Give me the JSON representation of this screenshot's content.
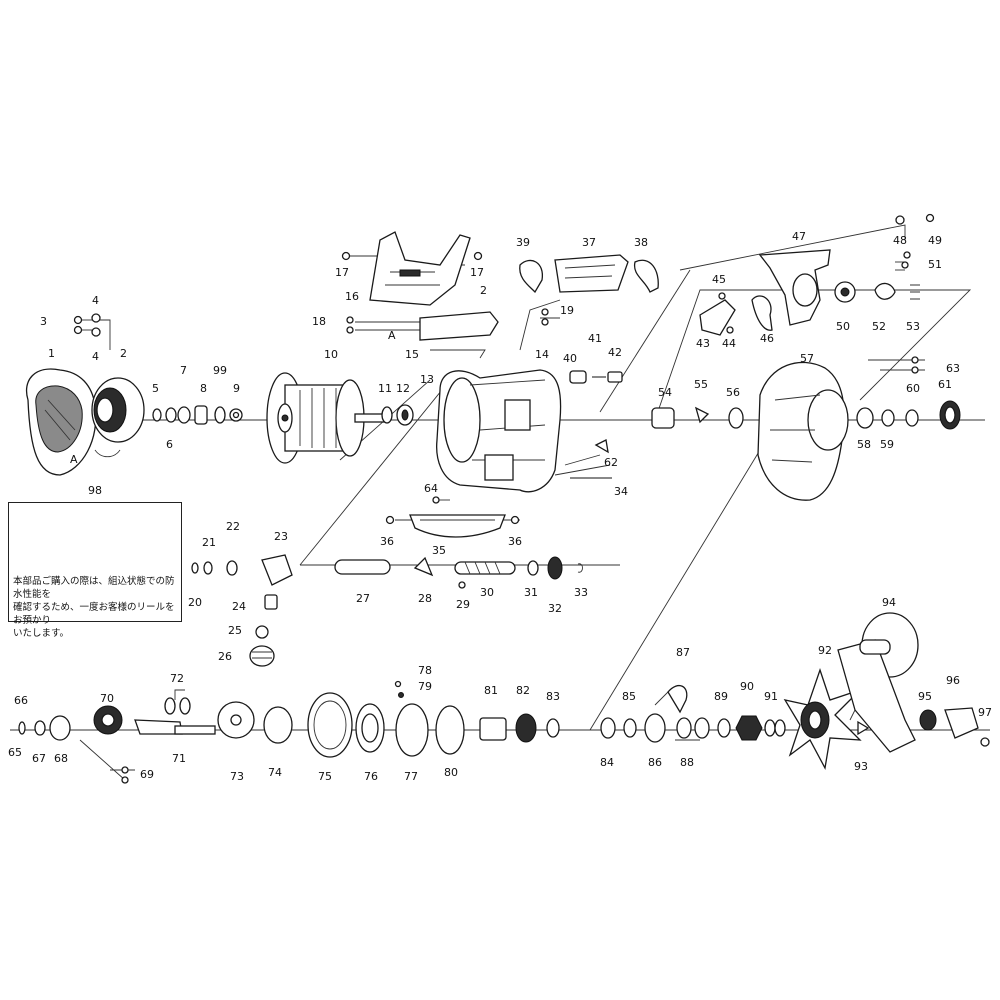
{
  "diagram": {
    "labels": {
      "p1": "1",
      "p2": "2",
      "p2b": "2",
      "p3": "3",
      "p4": "4",
      "p4b": "4",
      "p5": "5",
      "p6": "6",
      "p7": "7",
      "p8": "8",
      "p9": "9",
      "p99": "99",
      "p10": "10",
      "p11": "11",
      "p12": "12",
      "p13": "13",
      "p14": "14",
      "p15": "15",
      "p16": "16",
      "p17": "17",
      "p17b": "17",
      "p18": "18",
      "p19": "19",
      "p20": "20",
      "p21": "21",
      "p22": "22",
      "p23": "23",
      "p24": "24",
      "p25": "25",
      "p26": "26",
      "p27": "27",
      "p28": "28",
      "p29": "29",
      "p30": "30",
      "p31": "31",
      "p32": "32",
      "p33": "33",
      "p34": "34",
      "p35": "35",
      "p36": "36",
      "p36b": "36",
      "p37": "37",
      "p38": "38",
      "p39": "39",
      "p40": "40",
      "p41": "41",
      "p42": "42",
      "p43": "43",
      "p44": "44",
      "p45": "45",
      "p46": "46",
      "p47": "47",
      "p48": "48",
      "p49": "49",
      "p50": "50",
      "p51": "51",
      "p52": "52",
      "p53": "53",
      "p54": "54",
      "p55": "55",
      "p56": "56",
      "p57": "57",
      "p58": "58",
      "p59": "59",
      "p60": "60",
      "p61": "61",
      "p62": "62",
      "p63": "63",
      "p64": "64",
      "p65": "65",
      "p66": "66",
      "p67": "67",
      "p68": "68",
      "p69": "69",
      "p70": "70",
      "p71": "71",
      "p72": "72",
      "p73": "73",
      "p74": "74",
      "p75": "75",
      "p76": "76",
      "p77": "77",
      "p78": "78",
      "p79": "79",
      "p80": "80",
      "p81": "81",
      "p82": "82",
      "p83": "83",
      "p84": "84",
      "p85": "85",
      "p86": "86",
      "p87": "87",
      "p88": "88",
      "p89": "89",
      "p90": "90",
      "p91": "91",
      "p92": "92",
      "p93": "93",
      "p94": "94",
      "p95": "95",
      "p96": "96",
      "p97": "97",
      "p98": "98",
      "ref_a1": "A",
      "ref_a2": "A"
    },
    "note": {
      "lines": [
        "本部品ご購入の際は、組込状態での防水性能を",
        "確認するため、一度お客様のリールをお預かり",
        "いたします。"
      ]
    }
  }
}
